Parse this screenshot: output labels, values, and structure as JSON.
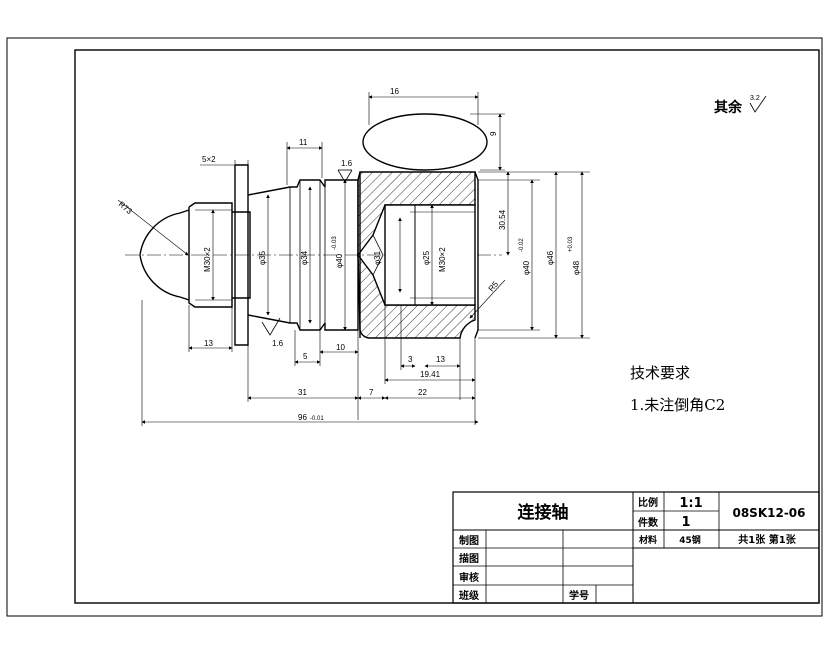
{
  "drawing": {
    "surface_note": "其余",
    "surface_roughness": "3.2",
    "tech_req_title": "技术要求",
    "tech_req_item": "1.未注倒角C2"
  },
  "dimensions": {
    "d16": "16",
    "d9": "9",
    "d11": "11",
    "d5x2": "5×2",
    "r73": "R73",
    "rough_top": "1.6",
    "rough_bottom": "1.6",
    "m30x2_left": "M30×2",
    "phi35": "φ35",
    "phi34": "φ34",
    "phi40": "φ40",
    "phi40_tol": "-0.03",
    "phi31": "φ31",
    "phi25": "φ25",
    "m30x2_right": "M30×2",
    "d30_54": "30.54",
    "phi40b": "φ40",
    "phi40b_tol": "-0.02",
    "phi46": "φ46",
    "phi48": "φ48",
    "phi48_tol": "+0.03",
    "r5": "R5",
    "d13_left": "13",
    "d5": "5",
    "d10": "10",
    "d3": "3",
    "d13_right": "13",
    "d19_41": "19.41",
    "d31": "31",
    "d7": "7",
    "d22": "22",
    "d96": "96",
    "d96_tol": "-0.01"
  },
  "title_block": {
    "part_name": "连接轴",
    "scale_label": "比例",
    "scale_value": "1:1",
    "qty_label": "件数",
    "qty_value": "1",
    "drawing_no": "08SK12-06",
    "material_label": "材料",
    "material_value": "45钢",
    "sheet_info": "共1张 第1张",
    "drawn_label": "制图",
    "traced_label": "描图",
    "checked_label": "审核",
    "class_label": "班级",
    "student_no_label": "学号"
  }
}
